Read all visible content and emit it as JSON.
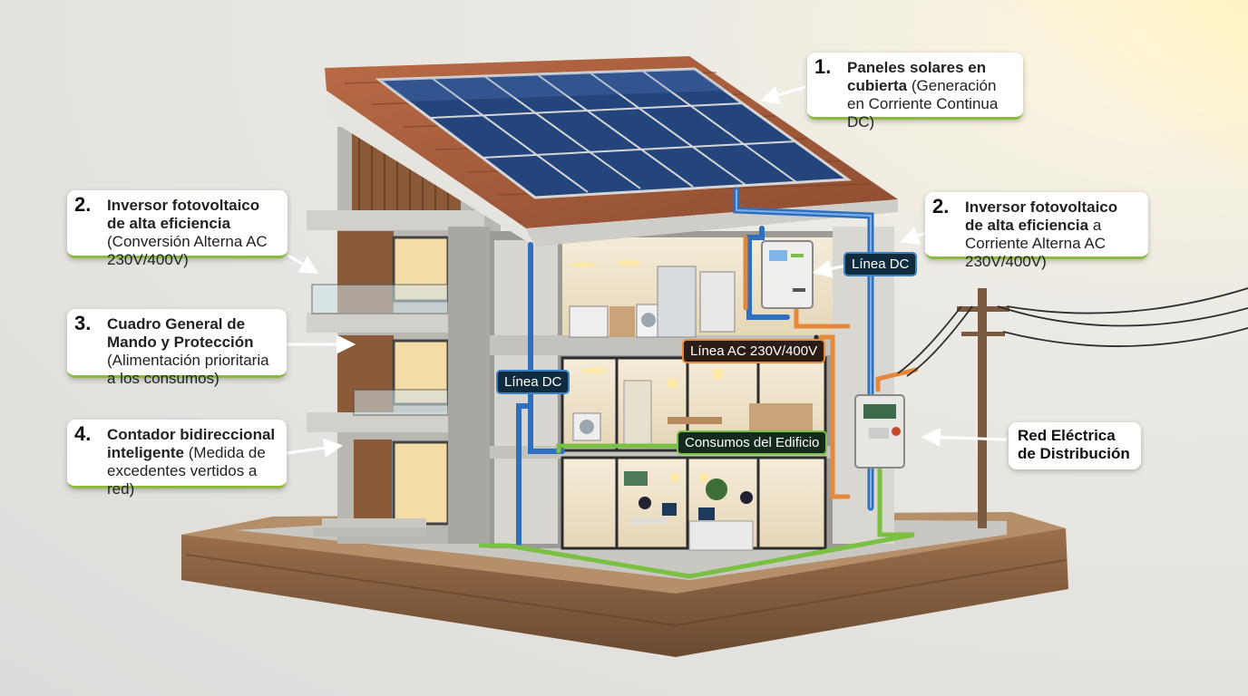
{
  "callouts": [
    {
      "num": "1.",
      "bold": "Paneles solares en cubierta",
      "text": "(Generación en Corriente Continua DC)"
    },
    {
      "num": "2.",
      "bold": "Inversor fotovoltaico de alta eficiencia",
      "text": "(Conversión Alterna AC 230V/400V)"
    },
    {
      "num": "2.",
      "bold": "Inversor fotovoltaico de alta eficiencia",
      "text": "a Corriente Alterna AC 230V/400V)"
    },
    {
      "num": "3.",
      "bold": "Cuadro General de Mando y Protección",
      "text": "(Alimentación prioritaria a los consumos)"
    },
    {
      "num": "4.",
      "bold": "Contador bidireccional inteligente",
      "text": "(Medida de excedentes vertidos a red)"
    }
  ],
  "grid_label": "Red Eléctrica de Distribución",
  "line_tags": {
    "dc_right": "Línea DC",
    "dc_left": "Línea DC",
    "ac": "Línea AC 230V/400V",
    "consumption": "Consumos del Edificio"
  },
  "colors": {
    "dc_line": "#2f6fc0",
    "ac_line": "#e4893c",
    "ground_line": "#79c043",
    "callout_accent": "#8bbb3c",
    "panel": "#24457c",
    "roof": "#a45d3c"
  },
  "icons": {
    "solar_panel": "solar-panel-icon",
    "inverter": "inverter-icon",
    "meter": "meter-icon",
    "utility_pole": "utility-pole-icon"
  }
}
